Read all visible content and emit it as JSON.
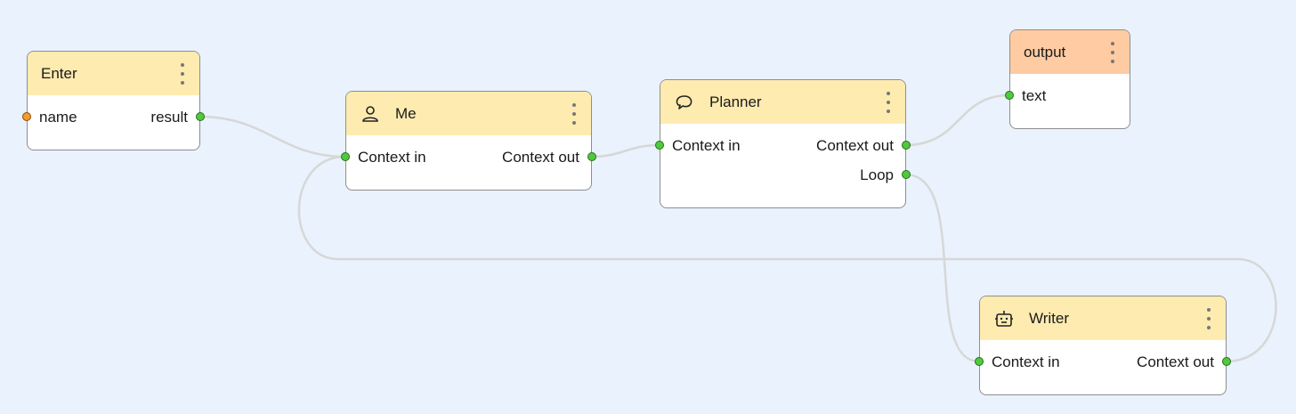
{
  "colors": {
    "background": "#eaf2fd",
    "node_header": "#feebb0",
    "output_header": "#fecba2",
    "port_green": "#4ccb3c",
    "port_orange": "#f59a2c",
    "edge": "#d6d8d6"
  },
  "nodes": {
    "enter": {
      "title": "Enter",
      "inputs": [
        "name"
      ],
      "outputs": [
        "result"
      ]
    },
    "me": {
      "title": "Me",
      "icon": "person-icon",
      "inputs": [
        "Context in"
      ],
      "outputs": [
        "Context out"
      ]
    },
    "planner": {
      "title": "Planner",
      "icon": "loop-bubble-icon",
      "inputs": [
        "Context in"
      ],
      "outputs": [
        "Context out",
        "Loop"
      ]
    },
    "output": {
      "title": "output",
      "inputs": [
        "text"
      ]
    },
    "writer": {
      "title": "Writer",
      "icon": "robot-icon",
      "inputs": [
        "Context in"
      ],
      "outputs": [
        "Context out"
      ]
    }
  },
  "edges": [
    {
      "from": "enter.result",
      "to": "me.Context in"
    },
    {
      "from": "me.Context out",
      "to": "planner.Context in"
    },
    {
      "from": "planner.Context out",
      "to": "output.text"
    },
    {
      "from": "planner.Loop",
      "to": "writer.Context in"
    },
    {
      "from": "writer.Context out",
      "to": "me.Context in"
    }
  ]
}
